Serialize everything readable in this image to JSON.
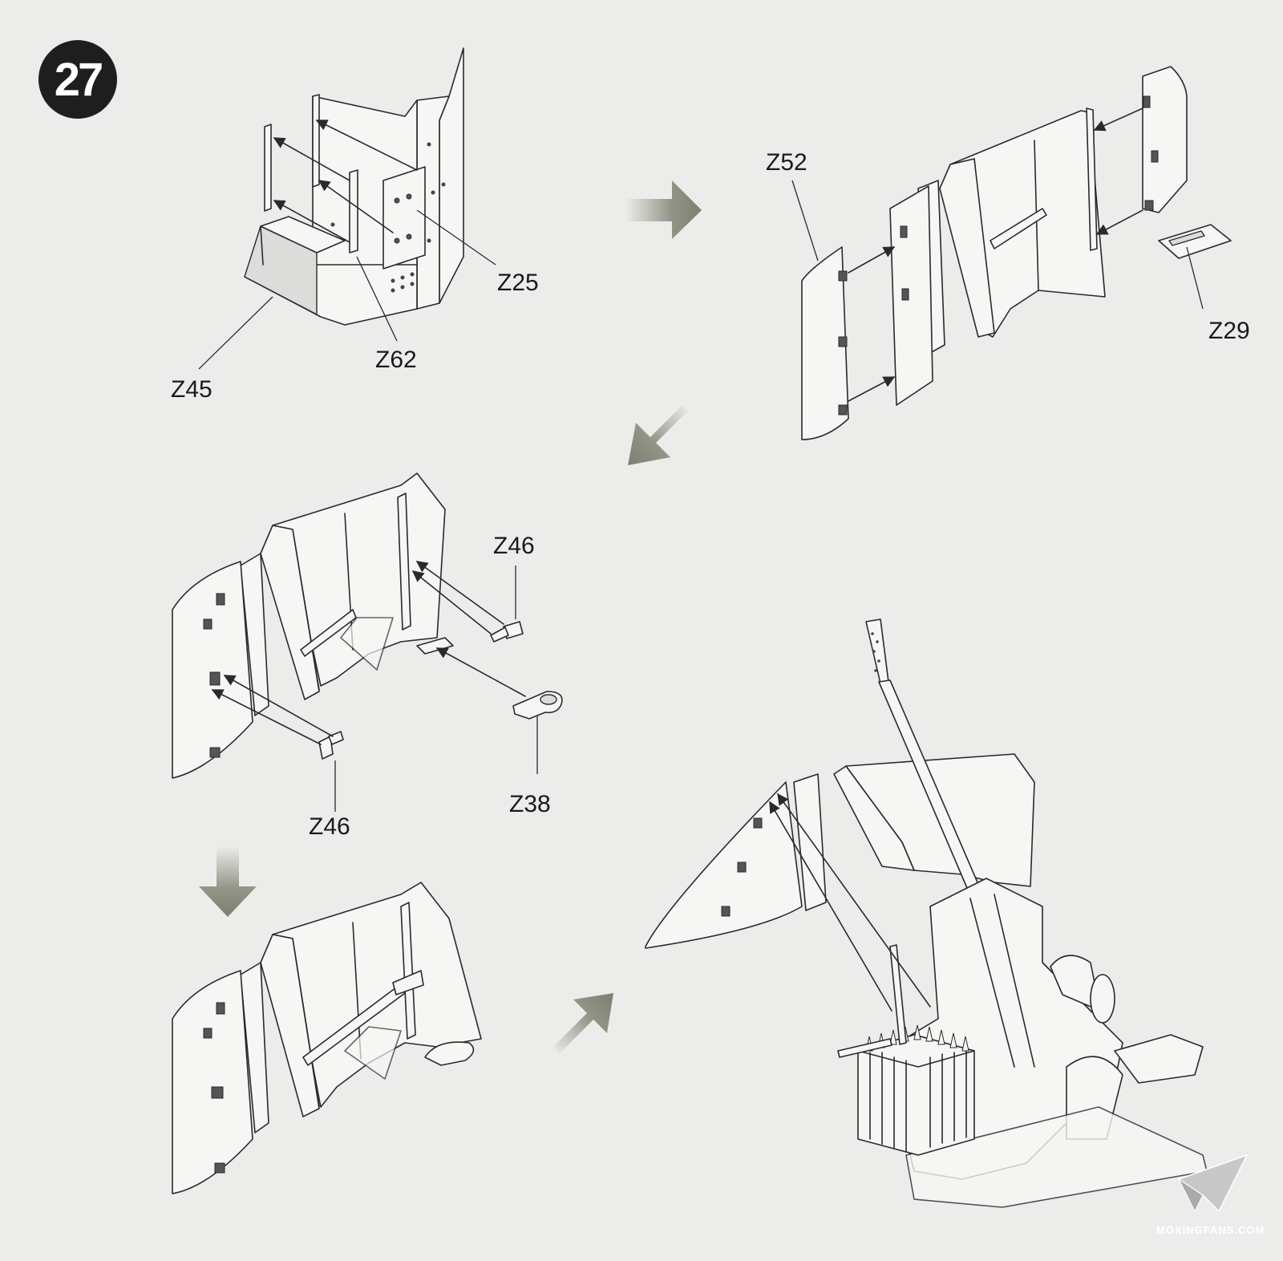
{
  "step": {
    "number": "27"
  },
  "labels": {
    "z45": "Z45",
    "z62": "Z62",
    "z25": "Z25",
    "z52": "Z52",
    "z29": "Z29",
    "z46_top": "Z46",
    "z46_bottom": "Z46",
    "z38": "Z38"
  },
  "watermark": {
    "text": "MOXINGFANS.COM"
  },
  "colors": {
    "background": "#ecedeb",
    "ink": "#2a2a2a",
    "flow_arrow": "#8a8b7c",
    "badge": "#1e1e1e"
  }
}
